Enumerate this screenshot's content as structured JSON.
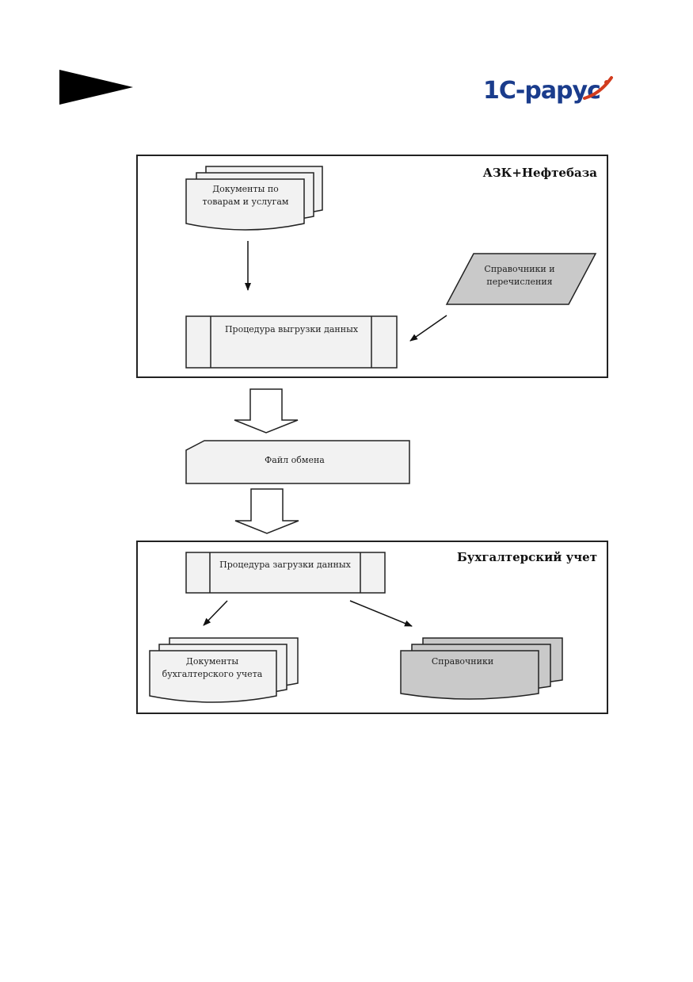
{
  "header": {
    "logo_text": "1С-рарус",
    "logo_color": "#1a3c8c",
    "logo_accent": "#d23c1e"
  },
  "top_section": {
    "title": "АЗК+Нефтебаза",
    "documents_line1": "Документы по",
    "documents_line2": "товарам и услугам",
    "directories_line1": "Справочники и",
    "directories_line2": "перечисления",
    "export_procedure": "Процедура выгрузки данных"
  },
  "exchange_file": "Файл обмена",
  "bottom_section": {
    "title": "Бухгалтерский учет",
    "import_procedure": "Процедура загрузки данных",
    "documents_line1": "Документы",
    "documents_line2": "бухгалтерского учета",
    "directories": "Справочники"
  },
  "colors": {
    "light_fill": "#f2f2f2",
    "gray_fill": "#c9c9c9",
    "stroke": "#222222"
  }
}
